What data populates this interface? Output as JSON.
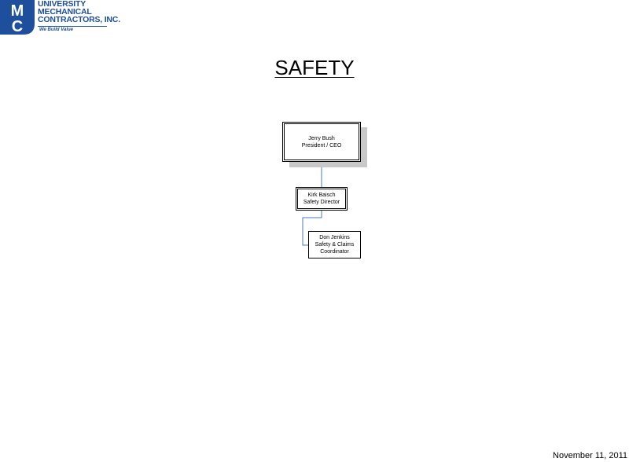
{
  "logo": {
    "monogram": "MC",
    "company_lines": [
      "UNIVERSITY",
      "MECHANICAL",
      "CONTRACTORS, INC."
    ],
    "tagline": "We Build Value",
    "color": "#1d4f9c"
  },
  "title": "SAFETY",
  "org_chart": {
    "connector_color": "#4a7bbf",
    "shadow_color": "#c8c8c8",
    "nodes": [
      {
        "id": "ceo",
        "name": "Jerry Bush",
        "role": [
          "President / CEO"
        ]
      },
      {
        "id": "director",
        "name": "Kirk Baisch",
        "role": [
          "Safety Director"
        ],
        "reports_to": "ceo"
      },
      {
        "id": "coordinator",
        "name": "Don Jenkins",
        "role": [
          "Safety & Claims",
          "Coordinator"
        ],
        "reports_to": "director"
      }
    ]
  },
  "footer": {
    "date": "November 11, 2011"
  }
}
